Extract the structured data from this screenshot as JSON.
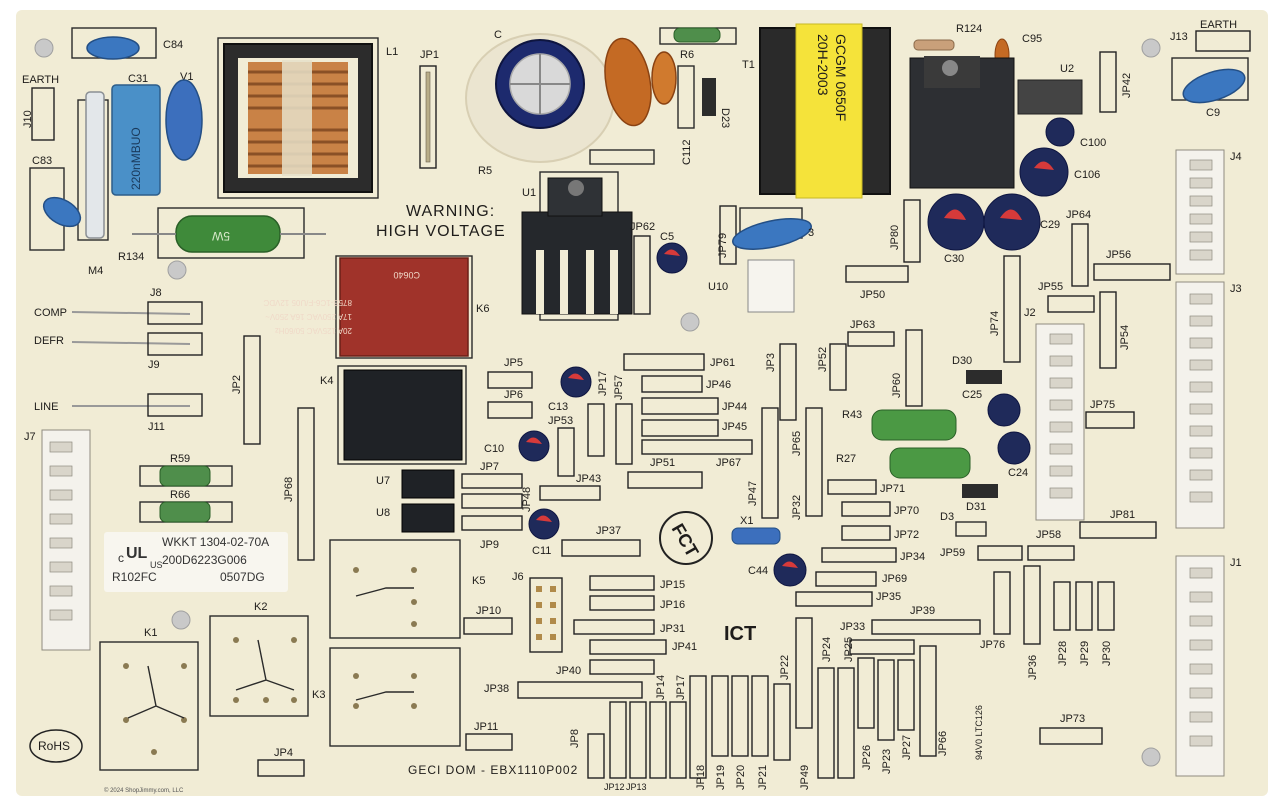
{
  "board": {
    "warning_line1": "WARNING:",
    "warning_line2": "HIGH VOLTAGE",
    "footer_text": "GECI DOM - EBX1110P002",
    "fct_mark": "FCT",
    "ict_mark": "ICT",
    "rohs": "RoHS",
    "copyright": "© 2024 ShopJimmy.com, LLC"
  },
  "sticker": {
    "line1": "WKKT 1304-02-70A",
    "line2": "200D6223G006",
    "line3": "0507DG",
    "model": "R102FC",
    "cert_mark": "UL",
    "cert_c": "c",
    "cert_us": "US"
  },
  "relay_k6": {
    "text1": "C0640",
    "text2": "875B-1C6-F/U05 12VDC",
    "text3": "17A 250VAC 16A 250V~",
    "text4": "20A 125VAC 50/60Hz"
  },
  "transformer_t1": {
    "text1": "20H-2003",
    "text2": "GCGM 0650F"
  },
  "capacitor_c31": {
    "text": "220nMBUO"
  },
  "resistor_r134": {
    "text": "5W"
  },
  "wire_labels": {
    "comp": "COMP",
    "defr": "DEFR",
    "line": "LINE",
    "earth_left": "EARTH",
    "earth_right": "EARTH"
  },
  "refdes": {
    "C84": "C84",
    "C31": "C31",
    "V1": "V1",
    "L1": "L1",
    "JP1": "JP1",
    "C83": "C83",
    "J10": "J10",
    "M4": "M4",
    "R134": "R134",
    "R5": "R5",
    "R6": "R6",
    "D23": "D23",
    "C112": "C112",
    "T1": "T1",
    "R124": "R124",
    "C95": "C95",
    "J13": "J13",
    "U2": "U2",
    "JP42": "JP42",
    "C9": "C9",
    "C100": "C100",
    "C106": "C106",
    "C29": "C29",
    "C30": "C30",
    "J4": "J4",
    "JP64": "JP64",
    "JP56": "JP56",
    "U1": "U1",
    "JP62": "JP62",
    "C5": "C5",
    "JP79": "JP79",
    "JP80": "JP80",
    "U10": "U10",
    "JP50": "JP50",
    "JP55": "JP55",
    "J3": "J3",
    "K6": "K6",
    "J8": "J8",
    "J9": "J9",
    "J11": "J11",
    "JP2": "JP2",
    "K4": "K4",
    "J7": "J7",
    "JP5": "JP5",
    "JP6": "JP6",
    "C13": "C13",
    "JP17": "JP17",
    "JP57": "JP57",
    "JP61": "JP61",
    "JP46": "JP46",
    "JP44": "JP44",
    "JP45": "JP45",
    "JP3": "JP3",
    "JP52": "JP52",
    "JP63": "JP63",
    "JP60": "JP60",
    "JP74": "JP74",
    "J2": "J2",
    "JP54": "JP54",
    "D30": "D30",
    "C25": "C25",
    "JP75": "JP75",
    "R43": "R43",
    "R27": "R27",
    "C24": "C24",
    "D31": "D31",
    "JP71": "JP71",
    "JP70": "JP70",
    "JP72": "JP72",
    "JP34": "JP34",
    "D3": "D3",
    "JP59": "JP59",
    "JP58": "JP58",
    "JP81": "JP81",
    "R59": "R59",
    "R66": "R66",
    "JP68": "JP68",
    "U7": "U7",
    "U8": "U8",
    "JP7": "JP7",
    "JP48": "JP48",
    "JP9": "JP9",
    "C11": "C11",
    "C10": "C10",
    "JP53": "JP53",
    "JP43": "JP43",
    "JP51": "JP51",
    "JP67": "JP67",
    "JP47": "JP47",
    "JP65": "JP65",
    "JP32": "JP32",
    "X1": "X1",
    "C44": "C44",
    "JP37": "JP37",
    "JP69": "JP69",
    "JP35": "JP35",
    "JP39": "JP39",
    "JP33": "JP33",
    "K5": "K5",
    "J6": "J6",
    "JP15": "JP15",
    "JP16": "JP16",
    "JP31": "JP31",
    "JP41": "JP41",
    "JP40": "JP40",
    "JP10": "JP10",
    "K2": "K2",
    "K1": "K1",
    "K3": "K3",
    "JP38": "JP38",
    "JP14": "JP14",
    "JP17b": "JP17",
    "JP11": "JP11",
    "JP4": "JP4",
    "JP8": "JP8",
    "JP12": "JP12",
    "JP13": "JP13",
    "JP18": "JP18",
    "JP19": "JP19",
    "JP20": "JP20",
    "JP21": "JP21",
    "JP22": "JP22",
    "JP49": "JP49",
    "JP24": "JP24",
    "JP25": "JP25",
    "JP26": "JP26",
    "JP23": "JP23",
    "JP27": "JP27",
    "JP66": "JP66",
    "JP76": "JP76",
    "JP36": "JP36",
    "JP28": "JP28",
    "JP29": "JP29",
    "JP30": "JP30",
    "JP73": "JP73",
    "J1": "J1",
    "LT": "94V0 LTC126"
  },
  "colors": {
    "pcb": "#f1ecd5",
    "relay_red": "#a0332a",
    "relay_black": "#1f2226",
    "capacitor_blue": "#3b77c0",
    "resistor_green": "#3f8a3a",
    "cap_orange": "#c46a24",
    "transformer_yellow": "#f5e33a",
    "c31_blue": "#4a90c8"
  }
}
